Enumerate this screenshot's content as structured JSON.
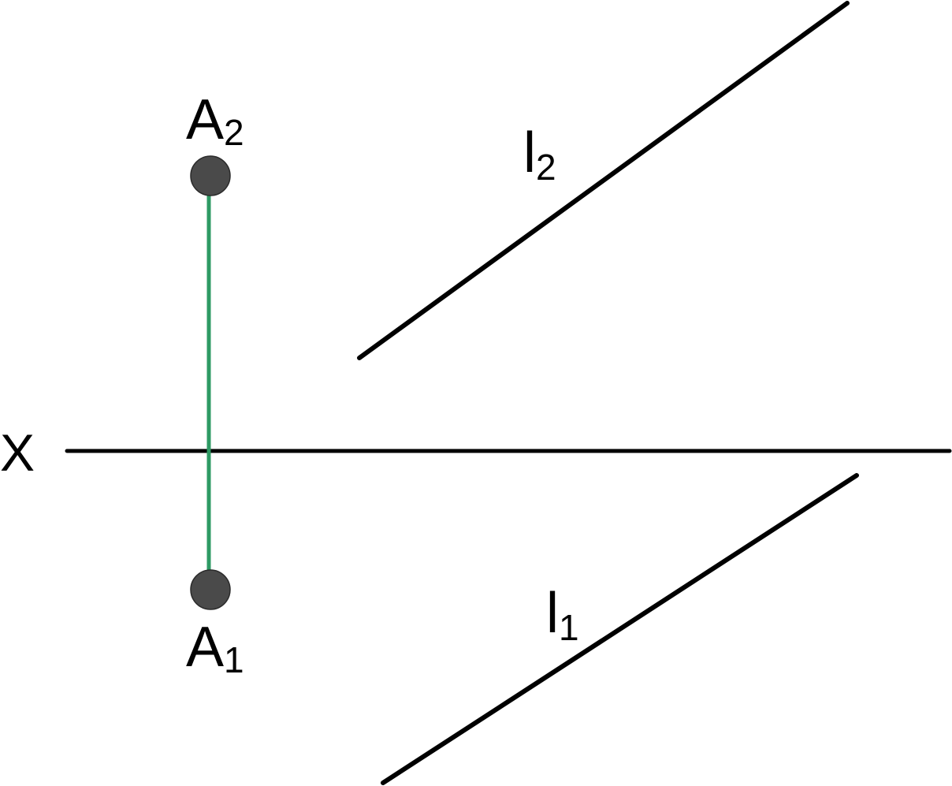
{
  "diagram": {
    "axis": {
      "label": "X"
    },
    "point_a_frontal": {
      "letter": "A",
      "index": "2"
    },
    "point_a_horizontal": {
      "letter": "A",
      "index": "1"
    },
    "line_frontal": {
      "letter": "l",
      "index": "2"
    },
    "line_horizontal": {
      "letter": "l",
      "index": "1"
    }
  },
  "colors": {
    "line": "#000000",
    "point_fill": "#4a4a4a",
    "projection_link": "#2e9a64"
  }
}
